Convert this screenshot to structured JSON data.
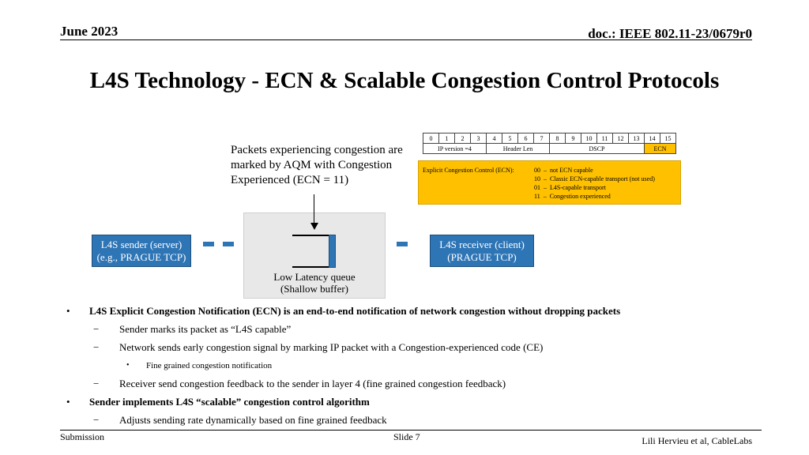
{
  "header": {
    "date": "June 2023",
    "doc": "doc.: IEEE 802.11-23/0679r0"
  },
  "title": "L4S Technology - ECN & Scalable Congestion Control Protocols",
  "diagram": {
    "congestion_text": "Packets experiencing congestion are marked by AQM with Congestion Experienced (ECN = 11)",
    "sender": [
      "L4S sender (server)",
      "(e.g., PRAGUE TCP)"
    ],
    "receiver": [
      "L4S receiver (client)",
      "(PRAGUE TCP)"
    ],
    "queue": [
      "Low Latency queue",
      "(Shallow buffer)"
    ],
    "ip_header": {
      "bits": [
        "0",
        "1",
        "2",
        "3",
        "4",
        "5",
        "6",
        "7",
        "8",
        "9",
        "10",
        "11",
        "12",
        "13",
        "14",
        "15"
      ],
      "fields": [
        {
          "label": "IP version =4",
          "span": 4,
          "highlight": false
        },
        {
          "label": "Header Len",
          "span": 4,
          "highlight": false
        },
        {
          "label": "DSCP",
          "span": 6,
          "highlight": false
        },
        {
          "label": "ECN",
          "span": 2,
          "highlight": true
        }
      ]
    },
    "ecn_legend": {
      "label": "Explicit Congestion Control (ECN):",
      "codes": [
        "00  –  not ECN capable",
        "10  –  Classic ECN-capable transport (not used)",
        "01  –  L4S-capable transport",
        "11  –  Congestion experienced"
      ]
    }
  },
  "bullets": [
    {
      "level": 1,
      "marker": "•",
      "bold": true,
      "text": "L4S Explicit Congestion Notification (ECN) is an end-to-end notification of network congestion without dropping packets"
    },
    {
      "level": 2,
      "marker": "−",
      "bold": false,
      "text": "Sender marks its packet as “L4S capable”"
    },
    {
      "level": 2,
      "marker": "−",
      "bold": false,
      "text": "Network sends early congestion signal by marking IP packet with a Congestion-experienced code (CE)"
    },
    {
      "level": 3,
      "marker": "•",
      "bold": false,
      "text": "Fine grained congestion notification"
    },
    {
      "level": 2,
      "marker": "−",
      "bold": false,
      "text": " Receiver send congestion feedback to the sender in layer 4 (fine grained congestion feedback)"
    },
    {
      "level": 1,
      "marker": "•",
      "bold": true,
      "text": "Sender implements L4S “scalable” congestion control algorithm"
    },
    {
      "level": 2,
      "marker": "−",
      "bold": false,
      "text": "Adjusts sending rate dynamically based on fine grained feedback"
    }
  ],
  "footer": {
    "left": "Submission",
    "center": "Slide 7",
    "right": "Lili Hervieu et al, CableLabs"
  },
  "colors": {
    "node_blue": "#2e75b6",
    "ecn_orange": "#ffc000"
  }
}
